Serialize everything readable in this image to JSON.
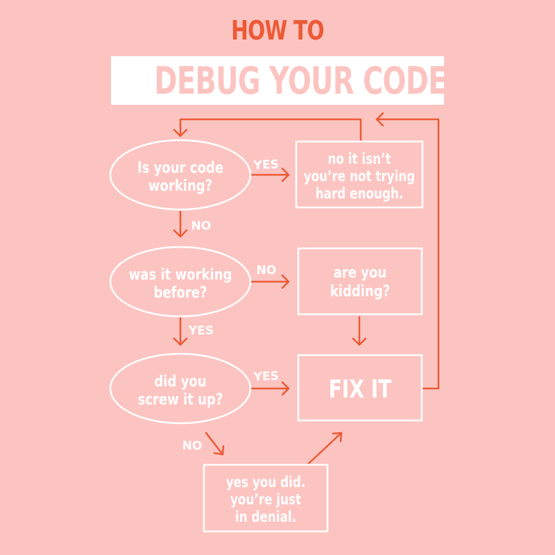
{
  "heading": "HOW TO",
  "title": "DEBUG YOUR CODE",
  "colors": {
    "background": "#fcc4c1",
    "accent": "#ec5a35",
    "outline": "#ffffff"
  },
  "nodes": {
    "q_working": [
      "Is your code",
      "working?"
    ],
    "no_it_isnt": [
      "no it isn’t",
      "you’re not trying",
      "hard enough."
    ],
    "q_before": [
      "was it working",
      "before?"
    ],
    "kidding": [
      "are you",
      "kidding?"
    ],
    "q_screw": [
      "did you",
      "screw it up?"
    ],
    "fix_it": [
      "FIX IT"
    ],
    "denial": [
      "yes you did.",
      "you’re just",
      "in denial."
    ]
  },
  "edge_labels": {
    "working_yes": "YES",
    "working_no": "NO",
    "before_no": "NO",
    "before_yes": "YES",
    "screw_yes": "YES",
    "screw_no": "NO"
  }
}
